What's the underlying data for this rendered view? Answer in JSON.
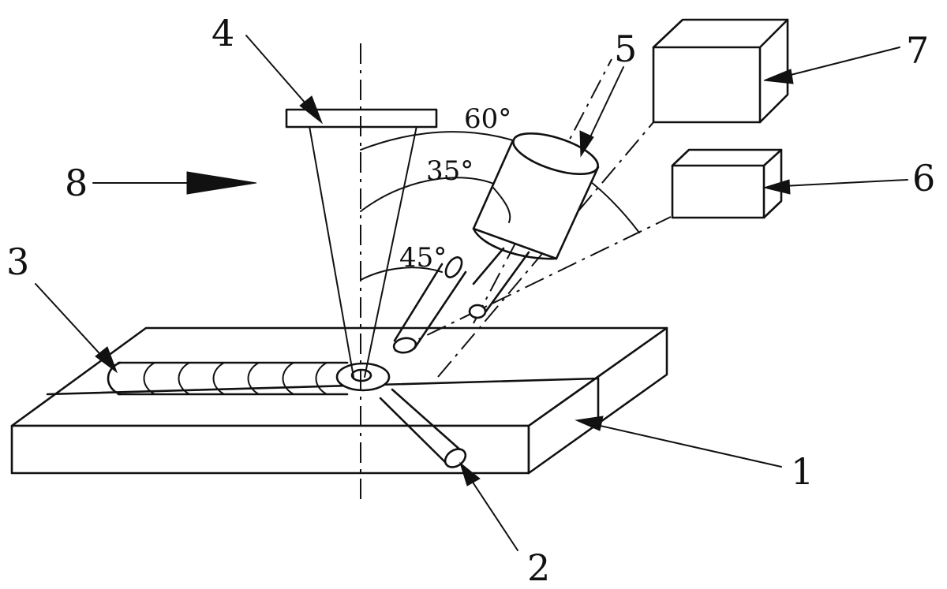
{
  "labels": {
    "n1": "1",
    "n2": "2",
    "n3": "3",
    "n4": "4",
    "n5": "5",
    "n6": "6",
    "n7": "7",
    "n8": "8"
  },
  "angles": {
    "a60": "60°",
    "a35": "35°",
    "a45": "45°"
  },
  "colors": {
    "line": "#111111",
    "background": "#ffffff"
  }
}
